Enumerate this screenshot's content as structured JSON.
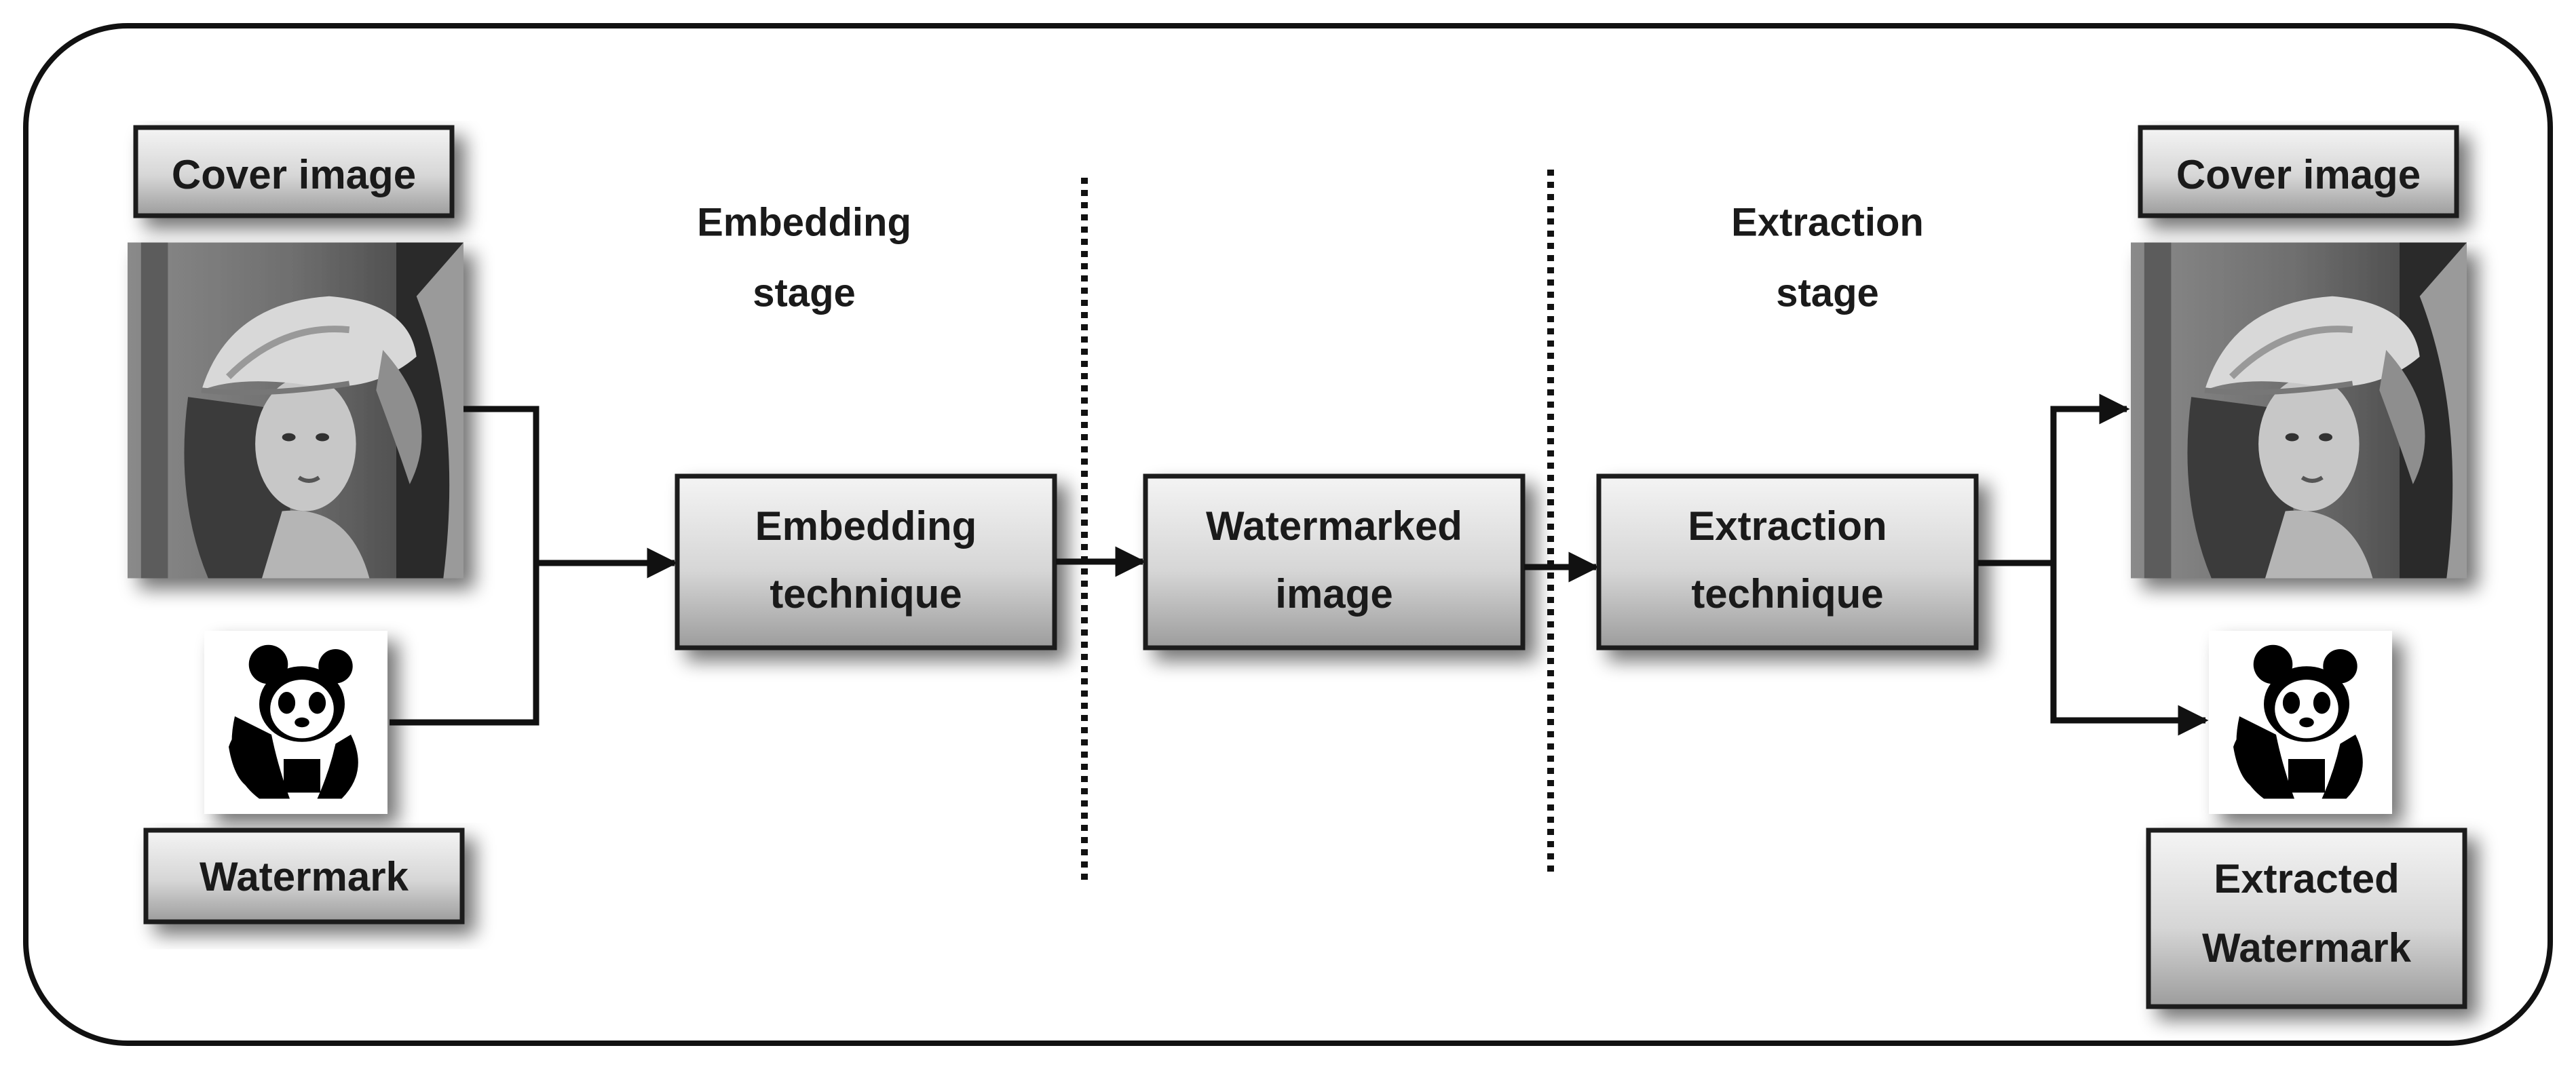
{
  "input": {
    "cover_label": "Cover image",
    "watermark_label": "Watermark"
  },
  "embedding": {
    "stage_line1": "Embedding",
    "stage_line2": "stage",
    "technique_line1": "Embedding",
    "technique_line2": "technique"
  },
  "middle": {
    "line1": "Watermarked",
    "line2": "image"
  },
  "extraction": {
    "stage_line1": "Extraction",
    "stage_line2": "stage",
    "technique_line1": "Extraction",
    "technique_line2": "technique"
  },
  "output": {
    "cover_label": "Cover image",
    "watermark_line1": "Extracted",
    "watermark_line2": "Watermark"
  },
  "colors": {
    "box_light": "#f2f2f2",
    "box_dark": "#9a9a9a",
    "ink": "#111111"
  },
  "icons": {
    "cover": "grayscale-portrait-photo",
    "watermark": "panda-logo"
  }
}
